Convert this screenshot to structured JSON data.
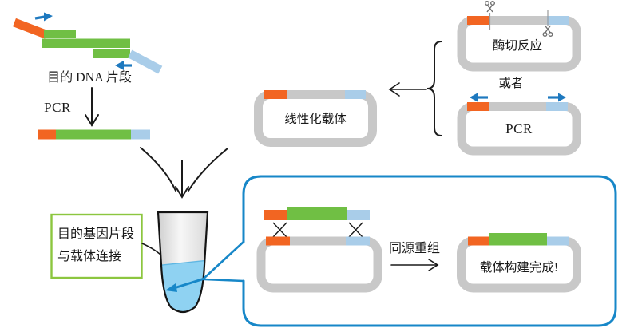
{
  "labels": {
    "target_dna": "目的 DNA 片段",
    "pcr_arrow": "PCR",
    "linearized_vector": "线性化载体",
    "enzyme_digestion": "酶切反应",
    "or": "或者",
    "pcr_vector": "PCR",
    "ligation_line1": "目的基因片段",
    "ligation_line2": "与载体连接",
    "homologous_recombination": "同源重组",
    "construction_complete": "载体构建完成!"
  },
  "colors": {
    "insert_orange": "#F26522",
    "insert_green": "#70BF44",
    "insert_light_blue": "#A9CDE9",
    "primer_arrow_blue": "#1E79BF",
    "vector_gray": "#C8C8C8",
    "callout_box_blue": "#1787C8",
    "note_box_green": "#8CC63F",
    "tube_liquid_blue": "#8FD2F2",
    "line_black": "#1A1A1A"
  },
  "icons": {
    "scissors": "scissors-icon",
    "arrows": "arrow-icons"
  }
}
